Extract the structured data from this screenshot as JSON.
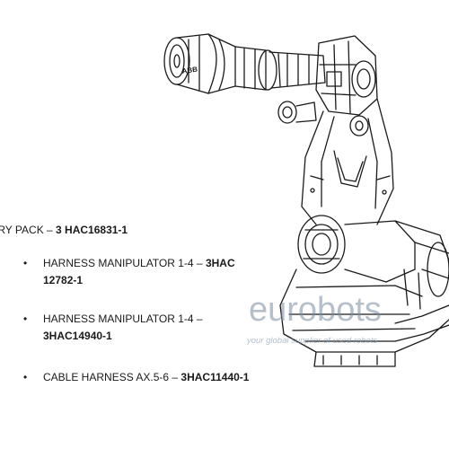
{
  "document": {
    "heading": {
      "text": "TERY PACK – ",
      "code": "3 HAC16831-1"
    },
    "parts": [
      {
        "line1_text": "HARNESS MANIPULATOR 1-4 – ",
        "line1_code": "3HAC",
        "line2_code": "12782-1"
      },
      {
        "line1_text": "HARNESS MANIPULATOR 1-4 –",
        "line1_code": "",
        "line2_code": "3HAC14940-1"
      },
      {
        "line1_text": "CABLE HARNESS AX.5-6 – ",
        "line1_code": "3HAC11440-1",
        "line2_code": ""
      }
    ],
    "bullet_glyph": "•"
  },
  "illustration": {
    "subject": "industrial-robot-arm",
    "logo_text": "ABB",
    "line_color": "#1a1a1a"
  },
  "watermark": {
    "brand": "eurobots",
    "tagline": "your global supplier of used robots",
    "color": "#8aa0b4"
  }
}
